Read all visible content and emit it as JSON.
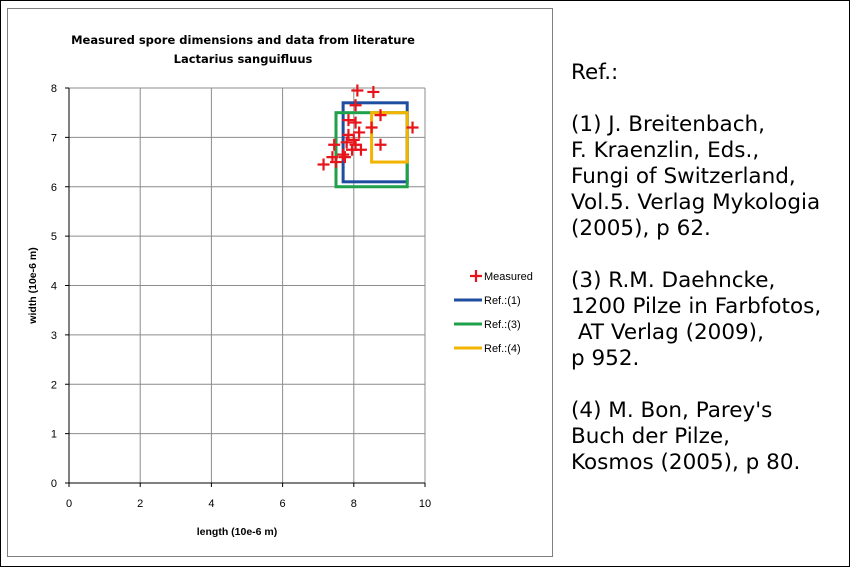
{
  "references": {
    "header": "Ref.:",
    "ref1": "(1) J. Breitenbach,\nF. Kraenzlin, Eds.,\nFungi of Switzerland,\nVol.5. Verlag Mykologia\n(2005), p 62.",
    "ref3": "(3) R.M. Daehncke,\n1200 Pilze in Farbfotos,\n AT Verlag (2009),\np 952.",
    "ref4": "(4) M. Bon, Parey's\nBuch der Pilze,\nKosmos (2005), p 80."
  },
  "chart_data": {
    "type": "scatter",
    "title": "Measured spore dimensions and data from literature",
    "subtitle": "Lactarius sanguifluus",
    "xlabel": "length (10e-6 m)",
    "ylabel": "width (10e-6 m)",
    "xlim": [
      0,
      10
    ],
    "ylim": [
      0,
      8
    ],
    "xticks": [
      0,
      2,
      4,
      6,
      8,
      10
    ],
    "yticks": [
      0,
      1,
      2,
      3,
      4,
      5,
      6,
      7,
      8
    ],
    "grid": true,
    "legend_position": "right",
    "series": [
      {
        "name": "Measured",
        "kind": "points",
        "marker": "+",
        "color": "#e8141c",
        "points": [
          [
            8.1,
            7.95
          ],
          [
            8.55,
            7.92
          ],
          [
            8.05,
            7.65
          ],
          [
            7.85,
            7.35
          ],
          [
            8.05,
            7.3
          ],
          [
            8.5,
            7.2
          ],
          [
            9.65,
            7.2
          ],
          [
            8.75,
            7.45
          ],
          [
            8.15,
            7.1
          ],
          [
            7.85,
            7.05
          ],
          [
            8.0,
            6.95
          ],
          [
            7.8,
            6.9
          ],
          [
            7.45,
            6.85
          ],
          [
            8.05,
            6.85
          ],
          [
            8.75,
            6.85
          ],
          [
            7.95,
            6.75
          ],
          [
            8.2,
            6.75
          ],
          [
            7.7,
            6.65
          ],
          [
            7.4,
            6.6
          ],
          [
            7.75,
            6.6
          ],
          [
            7.5,
            6.5
          ],
          [
            7.15,
            6.45
          ]
        ]
      },
      {
        "name": "Ref.:(1)",
        "kind": "box",
        "color": "#1f4ea1",
        "x": [
          7.7,
          9.5
        ],
        "y": [
          6.1,
          7.7
        ]
      },
      {
        "name": "Ref.:(3)",
        "kind": "box",
        "color": "#1ea14a",
        "x": [
          7.5,
          9.5
        ],
        "y": [
          6.0,
          7.5
        ]
      },
      {
        "name": "Ref.:(4)",
        "kind": "box",
        "color": "#f2b400",
        "x": [
          8.5,
          9.5
        ],
        "y": [
          6.5,
          7.5
        ]
      }
    ]
  }
}
